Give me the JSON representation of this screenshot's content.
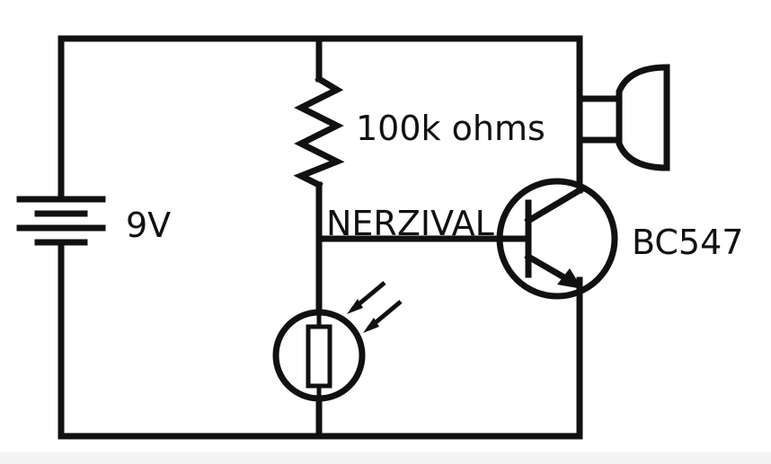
{
  "labels": {
    "battery": "9V",
    "resistor": "100k ohms",
    "node": "NERZIVAL",
    "transistor": "BC547"
  },
  "colors": {
    "ink": "#111111",
    "background": "#ffffff"
  }
}
